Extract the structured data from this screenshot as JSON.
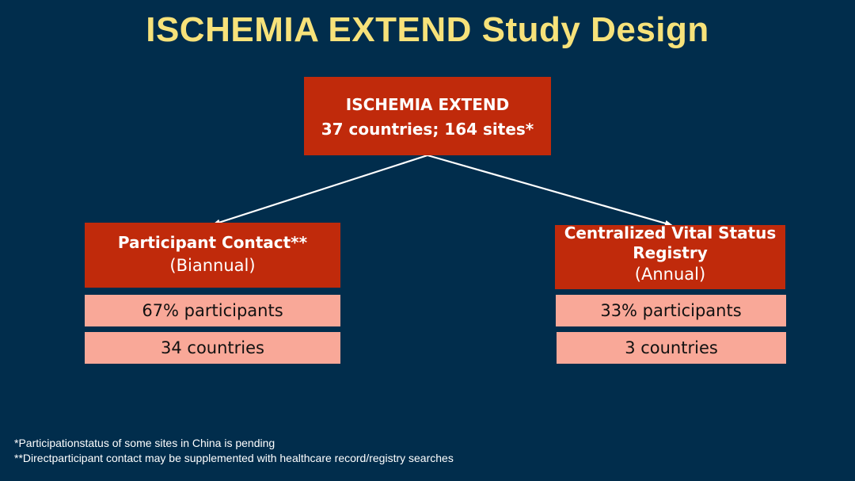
{
  "title": "ISCHEMIA EXTEND Study Design",
  "top_box": {
    "line1": "ISCHEMIA EXTEND",
    "line2": "37 countries; 164 sites*"
  },
  "left_branch": {
    "heading": "Participant Contact**",
    "subheading": "(Biannual)",
    "stat_participants": "67% participants",
    "stat_countries": "34 countries"
  },
  "right_branch": {
    "heading_line1": "Centralized Vital Status",
    "heading_line2": "Registry",
    "subheading": "(Annual)",
    "stat_participants": "33% participants",
    "stat_countries": "3 countries"
  },
  "footnotes": [
    "*Participationstatus of some sites in China is pending",
    "**Directparticipant contact may be supplemented with healthcare record/registry searches"
  ],
  "colors": {
    "background": "#012d4c",
    "title": "#f7e27a",
    "red_box": "#c02a0b",
    "pink_box": "#f9a898",
    "arrow": "#ffffff"
  }
}
